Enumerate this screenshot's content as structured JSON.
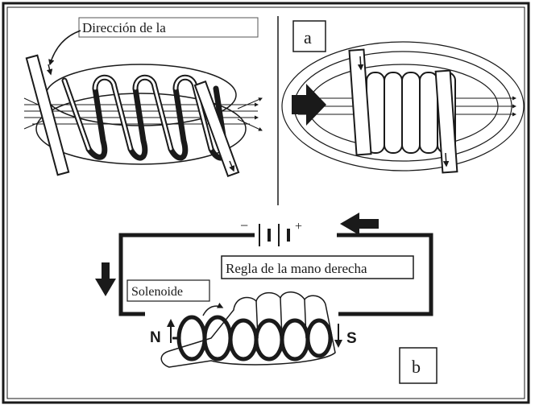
{
  "panel_a": {
    "tag": "a",
    "callout": "Dirección de la"
  },
  "panel_b": {
    "tag": "b",
    "rule_label": "Regla de la mano derecha",
    "solenoid_label": "Solenoide",
    "north": "N",
    "south": "S",
    "battery_minus": "−",
    "battery_plus": "+"
  },
  "colors": {
    "ink": "#1a1a1a",
    "paper": "#ffffff",
    "accent_pink": "#d08a9a"
  }
}
